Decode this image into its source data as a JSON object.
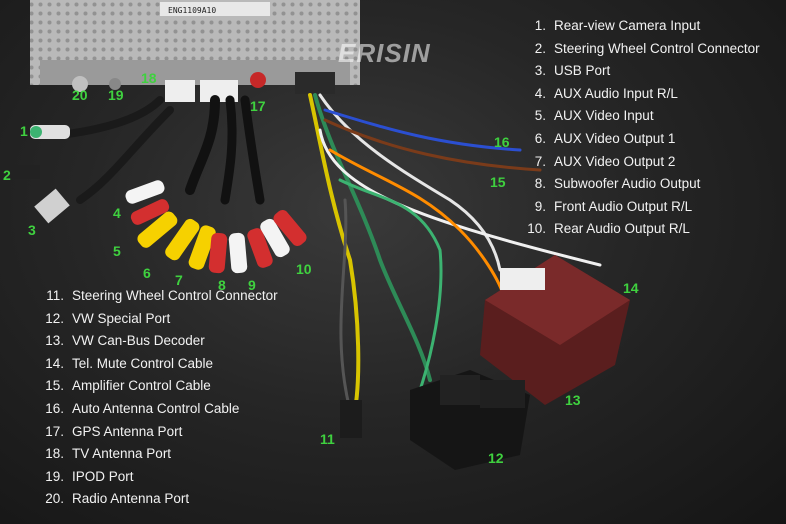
{
  "brand": "ERISIN",
  "unit_label": "ENG1109A10",
  "legend_right": [
    {
      "num": "1.",
      "text": "Rear-view Camera Input"
    },
    {
      "num": "2.",
      "text": "Steering Wheel Control Connector"
    },
    {
      "num": "3.",
      "text": "USB Port"
    },
    {
      "num": "4.",
      "text": "AUX Audio Input R/L"
    },
    {
      "num": "5.",
      "text": "AUX Video Input"
    },
    {
      "num": "6.",
      "text": "AUX Video Output 1"
    },
    {
      "num": "7.",
      "text": "AUX Video Output 2"
    },
    {
      "num": "8.",
      "text": "Subwoofer Audio Output"
    },
    {
      "num": "9.",
      "text": "Front Audio Output R/L"
    },
    {
      "num": "10.",
      "text": "Rear Audio Output R/L"
    }
  ],
  "legend_left": [
    {
      "num": "11.",
      "text": "Steering Wheel Control Connector"
    },
    {
      "num": "12.",
      "text": "VW Special Port"
    },
    {
      "num": "13.",
      "text": "VW Can-Bus Decoder"
    },
    {
      "num": "14.",
      "text": "Tel. Mute Control Cable"
    },
    {
      "num": "15.",
      "text": "Amplifier Control Cable"
    },
    {
      "num": "16.",
      "text": "Auto Antenna Control Cable"
    },
    {
      "num": "17.",
      "text": "GPS Antenna Port"
    },
    {
      "num": "18.",
      "text": "TV Antenna Port"
    },
    {
      "num": "19.",
      "text": "IPOD Port"
    },
    {
      "num": "20.",
      "text": "Radio Antenna Port"
    }
  ],
  "callouts": [
    "1",
    "2",
    "3",
    "4",
    "5",
    "6",
    "7",
    "8",
    "9",
    "10",
    "11",
    "12",
    "13",
    "14",
    "15",
    "16",
    "17",
    "18",
    "19",
    "20"
  ],
  "colors": {
    "callout": "#3fd13f",
    "legend_text": "#f2f2f2",
    "background": "#262626"
  }
}
